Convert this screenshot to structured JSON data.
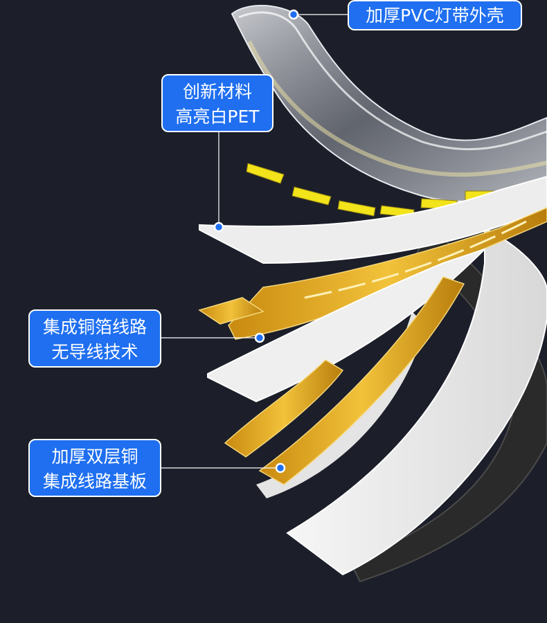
{
  "labels": {
    "pvc_shell": {
      "line1": "加厚PVC灯带外壳"
    },
    "pet_layer": {
      "line1": "创新材料",
      "line2": "高亮白PET"
    },
    "copper_foil": {
      "line1": "集成铜箔线路",
      "line2": "无导线技术"
    },
    "copper_board": {
      "line1": "加厚双层铜",
      "line2": "集成线路基板"
    }
  },
  "colors": {
    "background": "#1c1f2a",
    "callout_fill": "#1f6ff0",
    "callout_border": "#ffffff",
    "leader_line": "#ffffff",
    "marker_dot": "#1f6ff0",
    "gold": "#d9a21a",
    "white_layer": "#efefef",
    "black_layer": "#2a2a2a",
    "yellow_chip": "#f2e31a",
    "clear_shell": "#c9ccd2"
  }
}
